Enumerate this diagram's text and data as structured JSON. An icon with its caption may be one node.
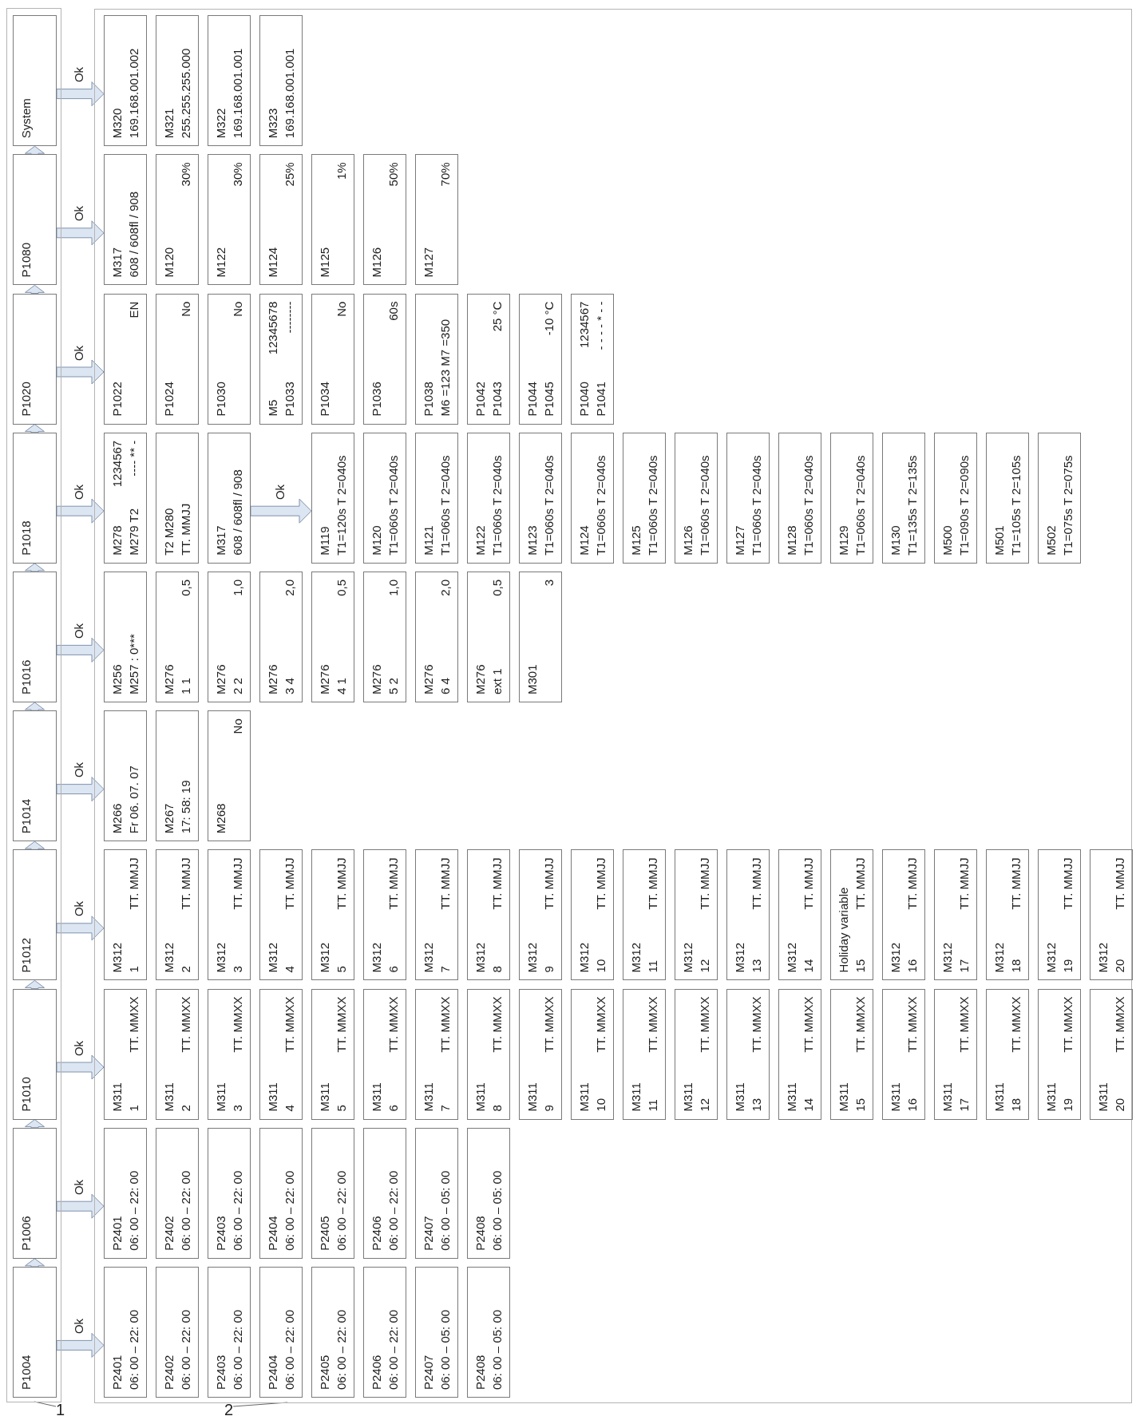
{
  "diagram": {
    "nodes": [
      {
        "text": [],
        "shape": "box"
      },
      {
        "text": [
          "P1004"
        ],
        "in": 0
      },
      {
        "text": [
          "P1006"
        ],
        "in": 0
      },
      {
        "text": [
          "P1010"
        ],
        "in": 0
      },
      {
        "text": [
          "P1012"
        ],
        "in": 0
      },
      {
        "text": [
          "P1014"
        ],
        "in": 0
      },
      {
        "text": [
          "P1016"
        ],
        "in": 0
      },
      {
        "text": [
          "P1018"
        ],
        "in": 0
      },
      {
        "text": [
          "P1020"
        ],
        "in": 0
      },
      {
        "text": [
          "P1080"
        ],
        "in": 0
      },
      {
        "text": [
          "System"
        ],
        "in": 0
      },
      {
        "text": [],
        "shape": "box"
      },
      {
        "text": [
          "P2401",
          "06: 00 – 22: 00"
        ],
        "in": 11
      },
      {
        "text": [
          "P2402",
          "06: 00 – 22: 00"
        ],
        "in": 11
      },
      {
        "text": [
          "P2403",
          "06: 00 – 22: 00"
        ],
        "in": 11
      },
      {
        "text": [
          "P2404",
          "06: 00 – 22: 00"
        ],
        "in": 11
      },
      {
        "text": [
          "P2405",
          "06: 00 – 22: 00"
        ],
        "in": 11
      },
      {
        "text": [
          "P2406",
          "06: 00 – 22: 00"
        ],
        "in": 11
      },
      {
        "text": [
          "P2407",
          "06: 00 – 05: 00"
        ],
        "in": 11
      },
      {
        "text": [
          "P2408",
          "06: 00 – 05: 00"
        ],
        "in": 11
      },
      {
        "text": [
          "P2401",
          "06: 00 – 22: 00"
        ],
        "in": 11
      },
      {
        "text": [
          "P2402",
          "06: 00 – 22: 00"
        ],
        "in": 11
      },
      {
        "text": [
          "P2403",
          "06: 00 – 22: 00"
        ],
        "in": 11
      },
      {
        "text": [
          "P2404",
          "06: 00 – 22: 00"
        ],
        "in": 11
      },
      {
        "text": [
          "P2405",
          "06: 00 – 22: 00"
        ],
        "in": 11
      },
      {
        "text": [
          "P2406",
          "06: 00 – 22: 00"
        ],
        "in": 11
      },
      {
        "text": [
          "P2407",
          "06: 00 – 05: 00"
        ],
        "in": 11
      },
      {
        "text": [
          "P2408",
          "06: 00 – 05: 00"
        ],
        "in": 11
      },
      {
        "text": [
          "M311",
          "1",
          "TT. MMXX"
        ],
        "in": 11
      },
      {
        "text": [
          "M311",
          "2",
          "TT. MMXX"
        ],
        "in": 11
      },
      {
        "text": [
          "M311",
          "3",
          "TT. MMXX"
        ],
        "in": 11
      },
      {
        "text": [
          "M311",
          "4",
          "TT. MMXX"
        ],
        "in": 11
      },
      {
        "text": [
          "M311",
          "5",
          "TT. MMXX"
        ],
        "in": 11
      },
      {
        "text": [
          "M311",
          "6",
          "TT. MMXX"
        ],
        "in": 11
      },
      {
        "text": [
          "M311",
          "7",
          "TT. MMXX"
        ],
        "in": 11
      },
      {
        "text": [
          "M311",
          "8",
          "TT. MMXX"
        ],
        "in": 11
      },
      {
        "text": [
          "M311",
          "9",
          "TT. MMXX"
        ],
        "in": 11
      },
      {
        "text": [
          "M311",
          "10",
          "TT. MMXX"
        ],
        "in": 11
      },
      {
        "text": [
          "M311",
          "11",
          "TT. MMXX"
        ],
        "in": 11
      },
      {
        "text": [
          "M311",
          "12",
          "TT. MMXX"
        ],
        "in": 11
      },
      {
        "text": [
          "M311",
          "13",
          "TT. MMXX"
        ],
        "in": 11
      },
      {
        "text": [
          "M311",
          "14",
          "TT. MMXX"
        ],
        "in": 11
      },
      {
        "text": [
          "M311",
          "15",
          "TT. MMXX"
        ],
        "in": 11
      },
      {
        "text": [
          "M311",
          "16",
          "TT. MMXX"
        ],
        "in": 11
      },
      {
        "text": [
          "M311",
          "17",
          "TT. MMXX"
        ],
        "in": 11
      },
      {
        "text": [
          "M311",
          "18",
          "TT. MMXX"
        ],
        "in": 11
      },
      {
        "text": [
          "M311",
          "19",
          "TT. MMXX"
        ],
        "in": 11
      },
      {
        "text": [
          "M311",
          "20",
          "TT. MMXX"
        ],
        "in": 11
      },
      {
        "text": [
          "M312",
          "1",
          "TT. MMJJ"
        ],
        "in": 11
      },
      {
        "text": [
          "M312",
          "2",
          "TT. MMJJ"
        ],
        "in": 11
      },
      {
        "text": [
          "M312",
          "3",
          "TT. MMJJ"
        ],
        "in": 11
      },
      {
        "text": [
          "M312",
          "4",
          "TT. MMJJ"
        ],
        "in": 11
      },
      {
        "text": [
          "M312",
          "5",
          "TT. MMJJ"
        ],
        "in": 11
      },
      {
        "text": [
          "M312",
          "6",
          "TT. MMJJ"
        ],
        "in": 11
      },
      {
        "text": [
          "M312",
          "7",
          "TT. MMJJ"
        ],
        "in": 11
      },
      {
        "text": [
          "M312",
          "8",
          "TT. MMJJ"
        ],
        "in": 11
      },
      {
        "text": [
          "M312",
          "9",
          "TT. MMJJ"
        ],
        "in": 11
      },
      {
        "text": [
          "M312",
          "10",
          "TT. MMJJ"
        ],
        "in": 11
      },
      {
        "text": [
          "M312",
          "11",
          "TT. MMJJ"
        ],
        "in": 11
      },
      {
        "text": [
          "M312",
          "12",
          "TT. MMJJ"
        ],
        "in": 11
      },
      {
        "text": [
          "M312",
          "13",
          "TT. MMJJ"
        ],
        "in": 11
      },
      {
        "text": [
          "M312",
          "14",
          "TT. MMJJ"
        ],
        "in": 11
      },
      {
        "text": [
          "Holiday variable",
          "15",
          "TT. MMJJ"
        ],
        "in": 11
      },
      {
        "text": [
          "M312",
          "16",
          "TT. MMJJ"
        ],
        "in": 11
      },
      {
        "text": [
          "M312",
          "17",
          "TT. MMJJ"
        ],
        "in": 11
      },
      {
        "text": [
          "M312",
          "18",
          "TT. MMJJ"
        ],
        "in": 11
      },
      {
        "text": [
          "M312",
          "19",
          "TT. MMJJ"
        ],
        "in": 11
      },
      {
        "text": [
          "M312",
          "20",
          "TT. MMJJ"
        ],
        "in": 11
      },
      {
        "text": [
          "M266",
          "Fr 06. 07. 07"
        ],
        "in": 11
      },
      {
        "text": [
          "M267",
          "17: 58: 19"
        ],
        "in": 11
      },
      {
        "text": [
          "M268",
          "No"
        ],
        "in": 11
      },
      {
        "text": [
          "M256",
          "M257 : 0***"
        ],
        "in": 11
      },
      {
        "text": [
          "M276",
          "1 1",
          "0,5"
        ],
        "in": 11
      },
      {
        "text": [
          "M276",
          "2 2",
          "1,0"
        ],
        "in": 11
      },
      {
        "text": [
          "M276",
          "3 4",
          "2,0"
        ],
        "in": 11
      },
      {
        "text": [
          "M276",
          "4 1",
          "0,5"
        ],
        "in": 11
      },
      {
        "text": [
          "M276",
          "5 2",
          "1,0"
        ],
        "in": 11
      },
      {
        "text": [
          "M276",
          "6 4",
          "2,0"
        ],
        "in": 11
      },
      {
        "text": [
          "M276",
          "ext 1",
          "0,5"
        ],
        "in": 11
      },
      {
        "text": [
          "M301",
          "3"
        ],
        "in": 11
      },
      {
        "text": [
          "M278",
          "1234567",
          "M279 T2",
          "---- ** -"
        ],
        "in": 11
      },
      {
        "text": [
          "T2 M280",
          "TT. MMJJ"
        ],
        "in": 11
      },
      {
        "text": [
          "M317",
          "608 / 608fl / 908"
        ],
        "in": 11
      },
      {
        "text": [
          "M119",
          "T1=120s T 2=040s"
        ],
        "in": 11
      },
      {
        "text": [
          "M120",
          "T1=060s T 2=040s"
        ],
        "in": 11
      },
      {
        "text": [
          "M121",
          "T1=060s T 2=040s"
        ],
        "in": 11
      },
      {
        "text": [
          "M122",
          "T1=060s T 2=040s"
        ],
        "in": 11
      },
      {
        "text": [
          "M123",
          "T1=060s T 2=040s"
        ],
        "in": 11
      },
      {
        "text": [
          "M124",
          "T1=060s T 2=040s"
        ],
        "in": 11
      },
      {
        "text": [
          "M125",
          "T1=060s T 2=040s"
        ],
        "in": 11
      },
      {
        "text": [
          "M126",
          "T1=060s T 2=040s"
        ],
        "in": 11
      },
      {
        "text": [
          "M127",
          "T1=060s T 2=040s"
        ],
        "in": 11
      },
      {
        "text": [
          "M128",
          "T1=060s T 2=040s"
        ],
        "in": 11
      },
      {
        "text": [
          "M129",
          "T1=060s T 2=040s"
        ],
        "in": 11
      },
      {
        "text": [
          "M130",
          "T1=135s T 2=135s"
        ],
        "in": 11
      },
      {
        "text": [
          "M500",
          "T1=090s T 2=090s"
        ],
        "in": 11
      },
      {
        "text": [
          "M501",
          "T1=105s T 2=105s"
        ],
        "in": 11
      },
      {
        "text": [
          "M502",
          "T1=075s T 2=075s"
        ],
        "in": 11
      },
      {
        "text": [
          "P1022",
          "EN"
        ],
        "in": 11
      },
      {
        "text": [
          "P1024",
          "No"
        ],
        "in": 11
      },
      {
        "text": [
          "P1030",
          "No"
        ],
        "in": 11
      },
      {
        "text": [
          "M5",
          "12345678",
          "P1033",
          "--------"
        ],
        "in": 11
      },
      {
        "text": [
          "P1034",
          "No"
        ],
        "in": 11
      },
      {
        "text": [
          "P1036",
          "60s"
        ],
        "in": 11
      },
      {
        "text": [
          "P1038",
          "M6 =123 M7 =350"
        ],
        "in": 11
      },
      {
        "text": [
          "P1042",
          "P1043",
          "25 °C"
        ],
        "in": 11
      },
      {
        "text": [
          "P1044",
          "P1045",
          "-10 °C"
        ],
        "in": 11
      },
      {
        "text": [
          "P1040",
          "1234567",
          "P1041",
          "- - - - * - -"
        ],
        "in": 11
      },
      {
        "text": [
          "M317",
          "608 / 608fl / 908"
        ],
        "in": 11
      },
      {
        "text": [
          "M120",
          "30%"
        ],
        "in": 11
      },
      {
        "text": [
          "M122",
          "30%"
        ],
        "in": 11
      },
      {
        "text": [
          "M124",
          "25%"
        ],
        "in": 11
      },
      {
        "text": [
          "M125",
          "1%"
        ],
        "in": 11
      },
      {
        "text": [
          "M126",
          "50%"
        ],
        "in": 11
      },
      {
        "text": [
          "M127",
          "70%"
        ],
        "in": 11
      },
      {
        "text": [
          "M320",
          "169.168.001.002"
        ],
        "in": 11
      },
      {
        "text": [
          "M321",
          "255.255.255.000"
        ],
        "in": 11
      },
      {
        "text": [
          "M322",
          "169.168.001.001"
        ],
        "in": 11
      },
      {
        "text": [
          "M323",
          "169.168.001.001"
        ],
        "in": 11
      },
      {
        "text": [
          "1"
        ]
      },
      {
        "text": [
          "2"
        ]
      }
    ],
    "edges": [
      {
        "from": 1,
        "to": 2,
        "arrow": "to"
      },
      {
        "from": 2,
        "to": 3,
        "arrow": "to"
      },
      {
        "from": 3,
        "to": 4,
        "arrow": "to"
      },
      {
        "from": 4,
        "to": 5,
        "arrow": "to"
      },
      {
        "from": 5,
        "to": 6,
        "arrow": "to"
      },
      {
        "from": 6,
        "to": 7,
        "arrow": "to"
      },
      {
        "from": 7,
        "to": 8,
        "arrow": "to"
      },
      {
        "from": 8,
        "to": 9,
        "arrow": "to"
      },
      {
        "from": 9,
        "to": 10,
        "arrow": "to"
      },
      {
        "from": 1,
        "to": 12,
        "arrow": "to",
        "label": "Ok"
      },
      {
        "from": 2,
        "to": 20,
        "arrow": "to",
        "label": "Ok"
      },
      {
        "from": 3,
        "to": 28,
        "arrow": "to",
        "label": "Ok"
      },
      {
        "from": 4,
        "to": 48,
        "arrow": "to",
        "label": "Ok"
      },
      {
        "from": 5,
        "to": 68,
        "arrow": "to",
        "label": "Ok"
      },
      {
        "from": 6,
        "to": 71,
        "arrow": "to",
        "label": "Ok"
      },
      {
        "from": 7,
        "to": 80,
        "arrow": "to",
        "label": "Ok"
      },
      {
        "from": 8,
        "to": 98,
        "arrow": "to",
        "label": "Ok"
      },
      {
        "from": 9,
        "to": 108,
        "arrow": "to",
        "label": "Ok"
      },
      {
        "from": 10,
        "to": 115,
        "arrow": "to",
        "label": "Ok"
      },
      {
        "from": 82,
        "to": 83,
        "arrow": "to",
        "label": "Ok"
      },
      {
        "from": 119,
        "to": 0,
        "arrow": "none"
      },
      {
        "from": 120,
        "to": 11,
        "arrow": "none"
      }
    ]
  }
}
